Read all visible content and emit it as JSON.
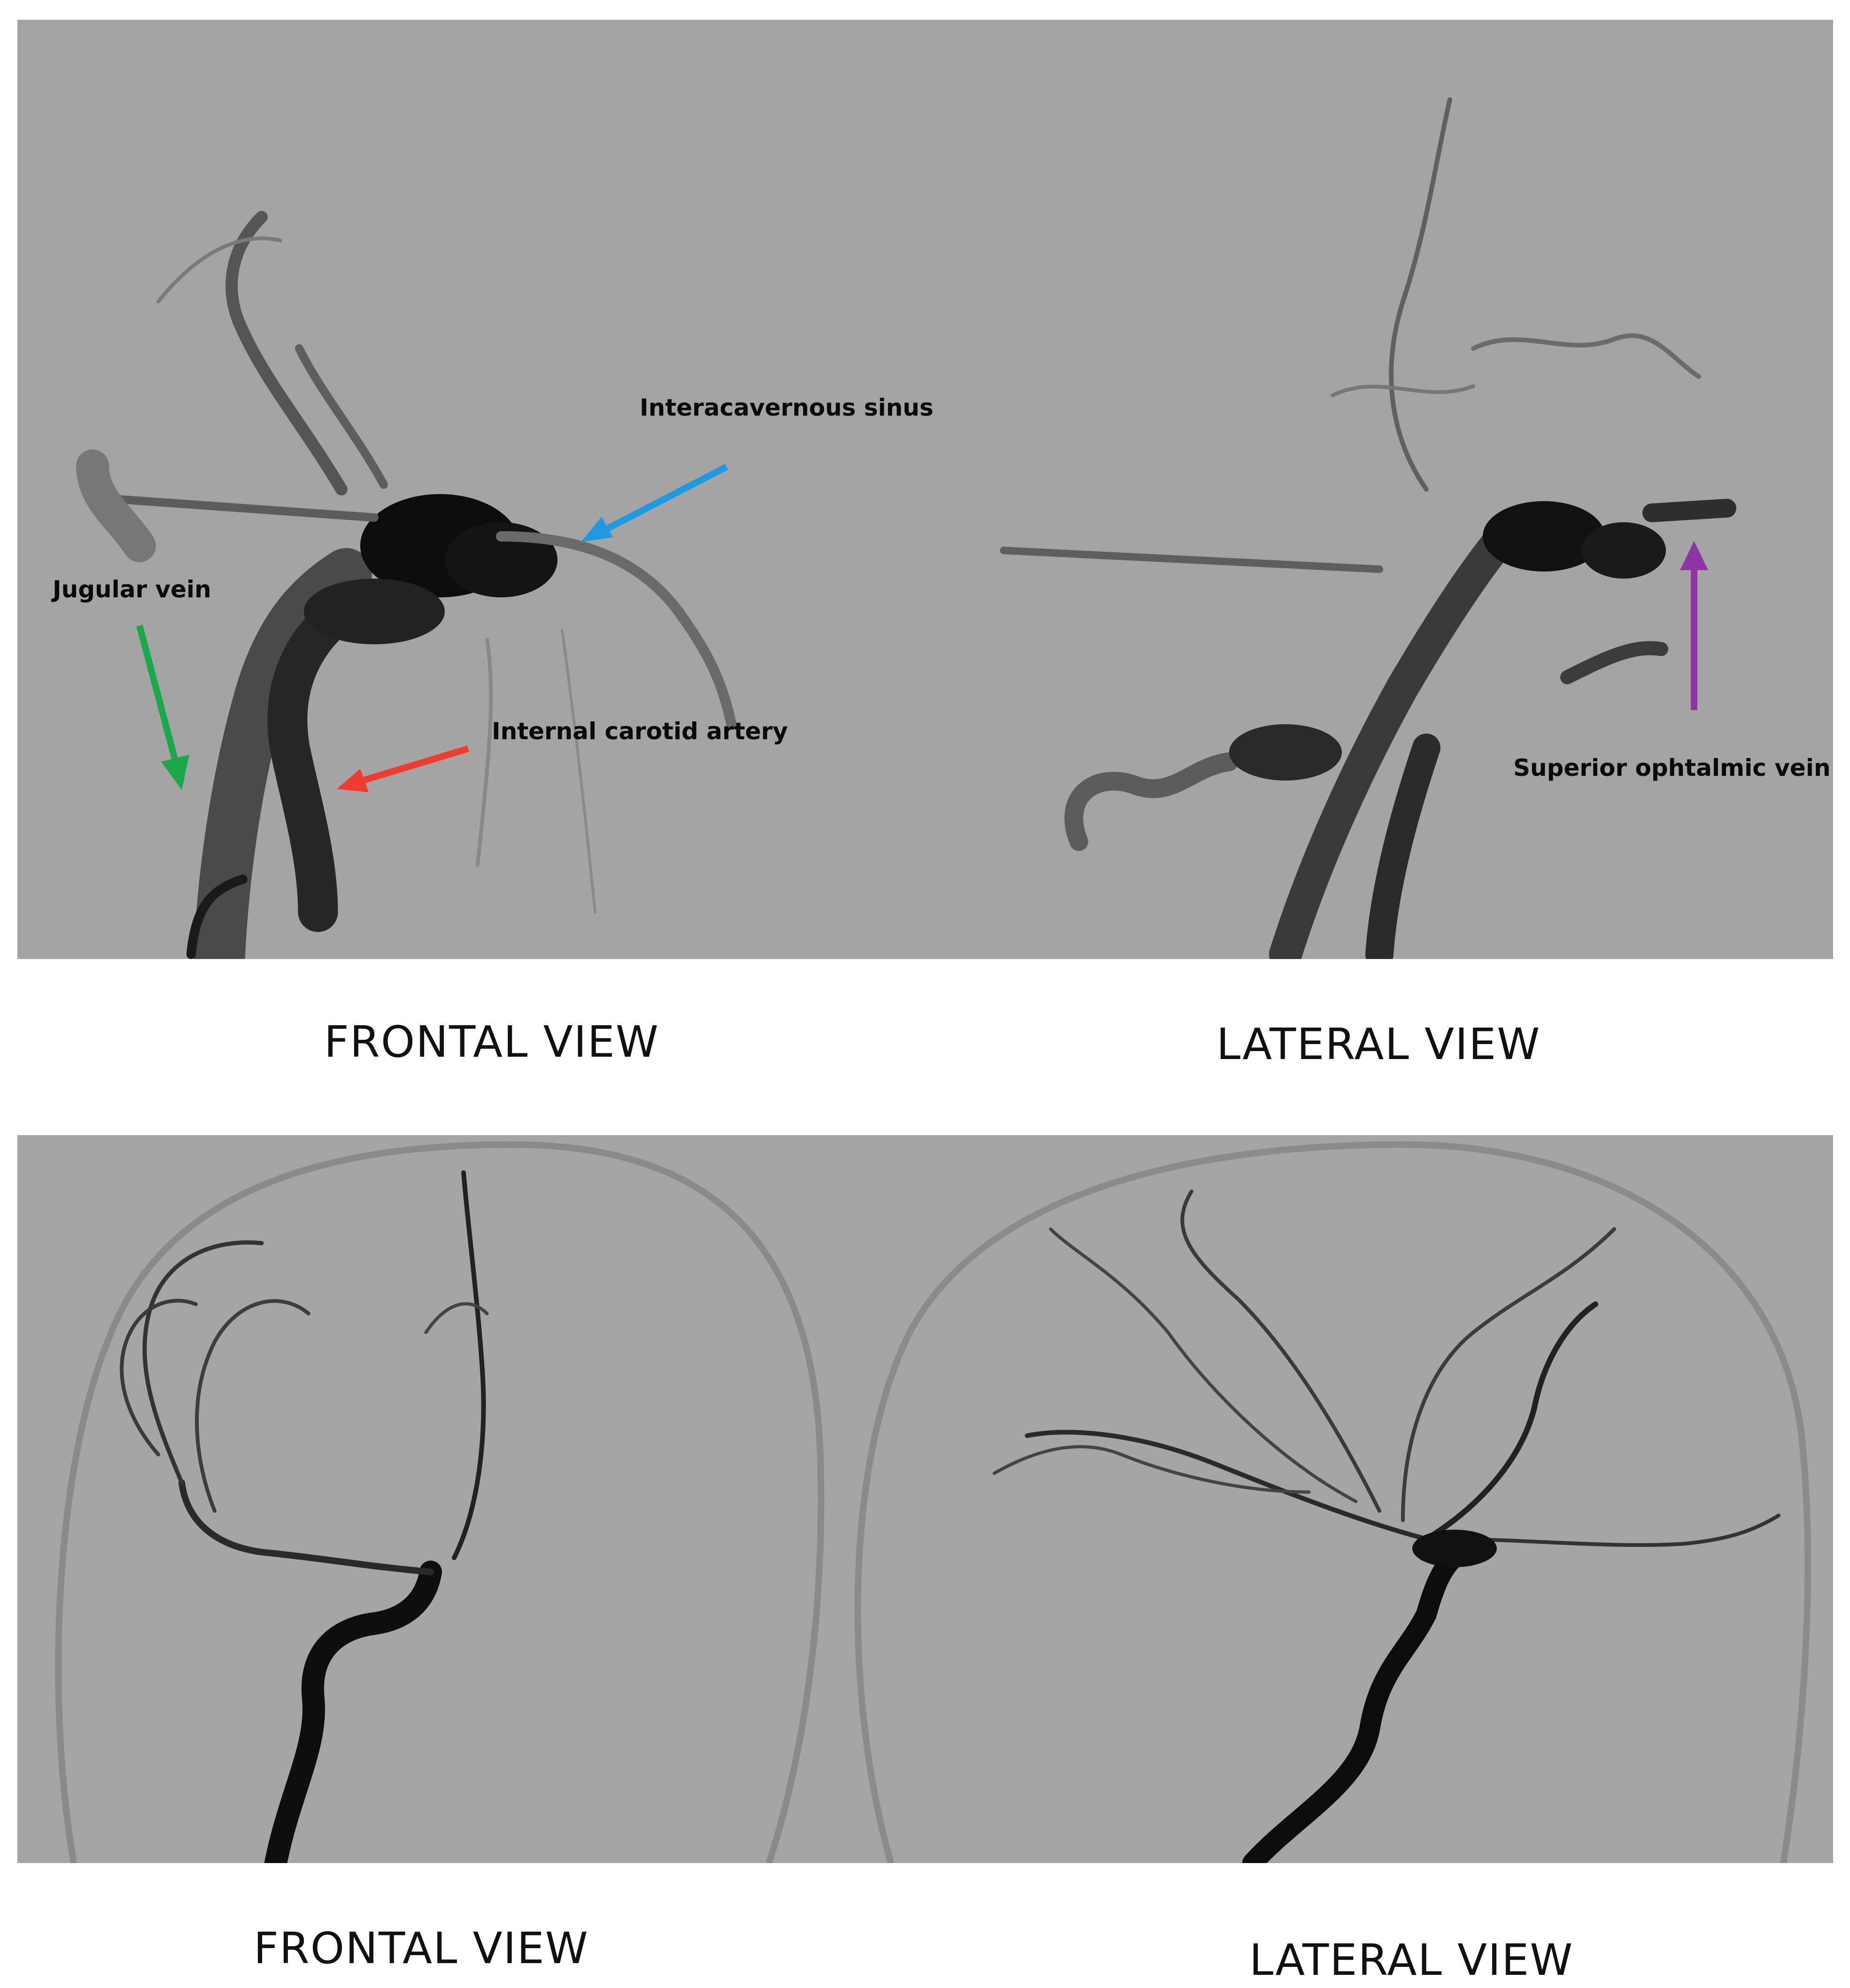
{
  "top": {
    "captions": {
      "left": "FRONTAL VIEW",
      "right": "LATERAL VIEW"
    },
    "annotations": {
      "intercavernous": {
        "label": "Interacavernous sinus",
        "color": "#1e9be0"
      },
      "jugular": {
        "label": "Jugular vein",
        "color": "#1aa84a"
      },
      "carotid": {
        "label": "Internal carotid artery",
        "color": "#ef3b30"
      },
      "ophthalmic": {
        "label": "Superior ophtalmic vein",
        "color": "#8e35a6"
      }
    }
  },
  "bottom": {
    "captions": {
      "left": "FRONTAL VIEW",
      "right": "LATERAL VIEW"
    }
  }
}
